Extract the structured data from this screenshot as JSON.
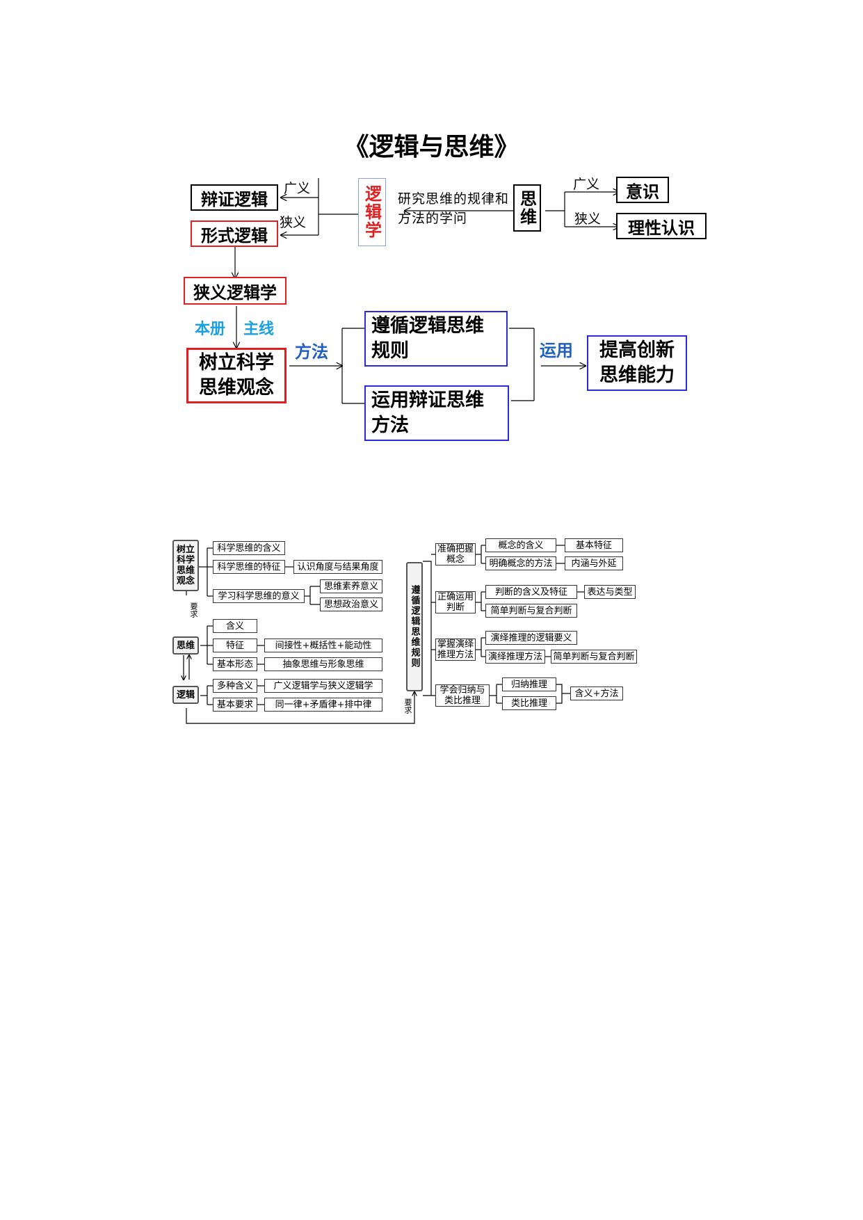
{
  "title": "《逻辑与思维》",
  "diagram1": {
    "dialectical_logic": "辩证逻辑",
    "formal_logic": "形式逻辑",
    "broad_left": "广义",
    "narrow_left": "狭义",
    "logic_science": "逻辑学",
    "definition": "研究思维的规律和方法的学问",
    "thinking": "思维",
    "broad_right": "广义",
    "narrow_right": "狭义",
    "consciousness": "意识",
    "rational_cognition": "理性认识",
    "narrow_logic": "狭义逻辑学",
    "main_line_a": "本册",
    "main_line_b": "主线",
    "scientific_thinking_concept": "树立科学思维观念",
    "method": "方法",
    "follow_rules": "遵循逻辑思维规则",
    "use_dialectical": "运用辩证思维方法",
    "apply": "运用",
    "improve": "提高创新思维能力",
    "colors": {
      "red": "#e02020",
      "blue": "#2a2ad8",
      "cyan": "#1aa0e0",
      "navy": "#1f5fbf"
    }
  },
  "diagram2": {
    "left": {
      "shuli": "树立科学思维观念",
      "yaoqiu1": "要求",
      "siwei": "思维",
      "luoji": "逻辑",
      "items": {
        "hanyi_kx": "科学思维的含义",
        "tezheng_kx": "科学思维的特征",
        "renshi": "认识角度与结果角度",
        "xuexi": "学习科学思维的意义",
        "suyang": "思维素养意义",
        "zhengzhi": "思想政治意义",
        "hanyi": "含义",
        "tezheng": "特征",
        "jianjie": "间接性+概括性+能动性",
        "xingtai": "基本形态",
        "chouxiang": "抽象思维与形象思维",
        "duozhong": "多种含义",
        "guangyi": "广义逻辑学与狭义逻辑学",
        "jiben": "基本要求",
        "tongyi": "同一律+矛盾律+排中律"
      },
      "yaoqiu2": "要求"
    },
    "center": "遵循逻辑思维规则",
    "right": {
      "zhunque": "准确把握概念",
      "gainian_hanyi": "概念的含义",
      "jiben_tezheng": "基本特征",
      "mingque": "明确概念的方法",
      "neihan": "内涵与外延",
      "zhengque": "正确运用判断",
      "panduan": "判断的含义及特征",
      "biaoda": "表达与类型",
      "jiandan": "简单判断与复合判断",
      "zhangwo": "掌握演绎推理方法",
      "luoji_yaoyi": "演绎推理的逻辑要义",
      "yanyi_ff": "演绎推理方法",
      "jiandan2": "简单判断与复合判断",
      "xuehui": "学会归纳与类比推理",
      "guina": "归纳推理",
      "leibi": "类比推理",
      "hanyi_ff": "含义+方法"
    }
  }
}
